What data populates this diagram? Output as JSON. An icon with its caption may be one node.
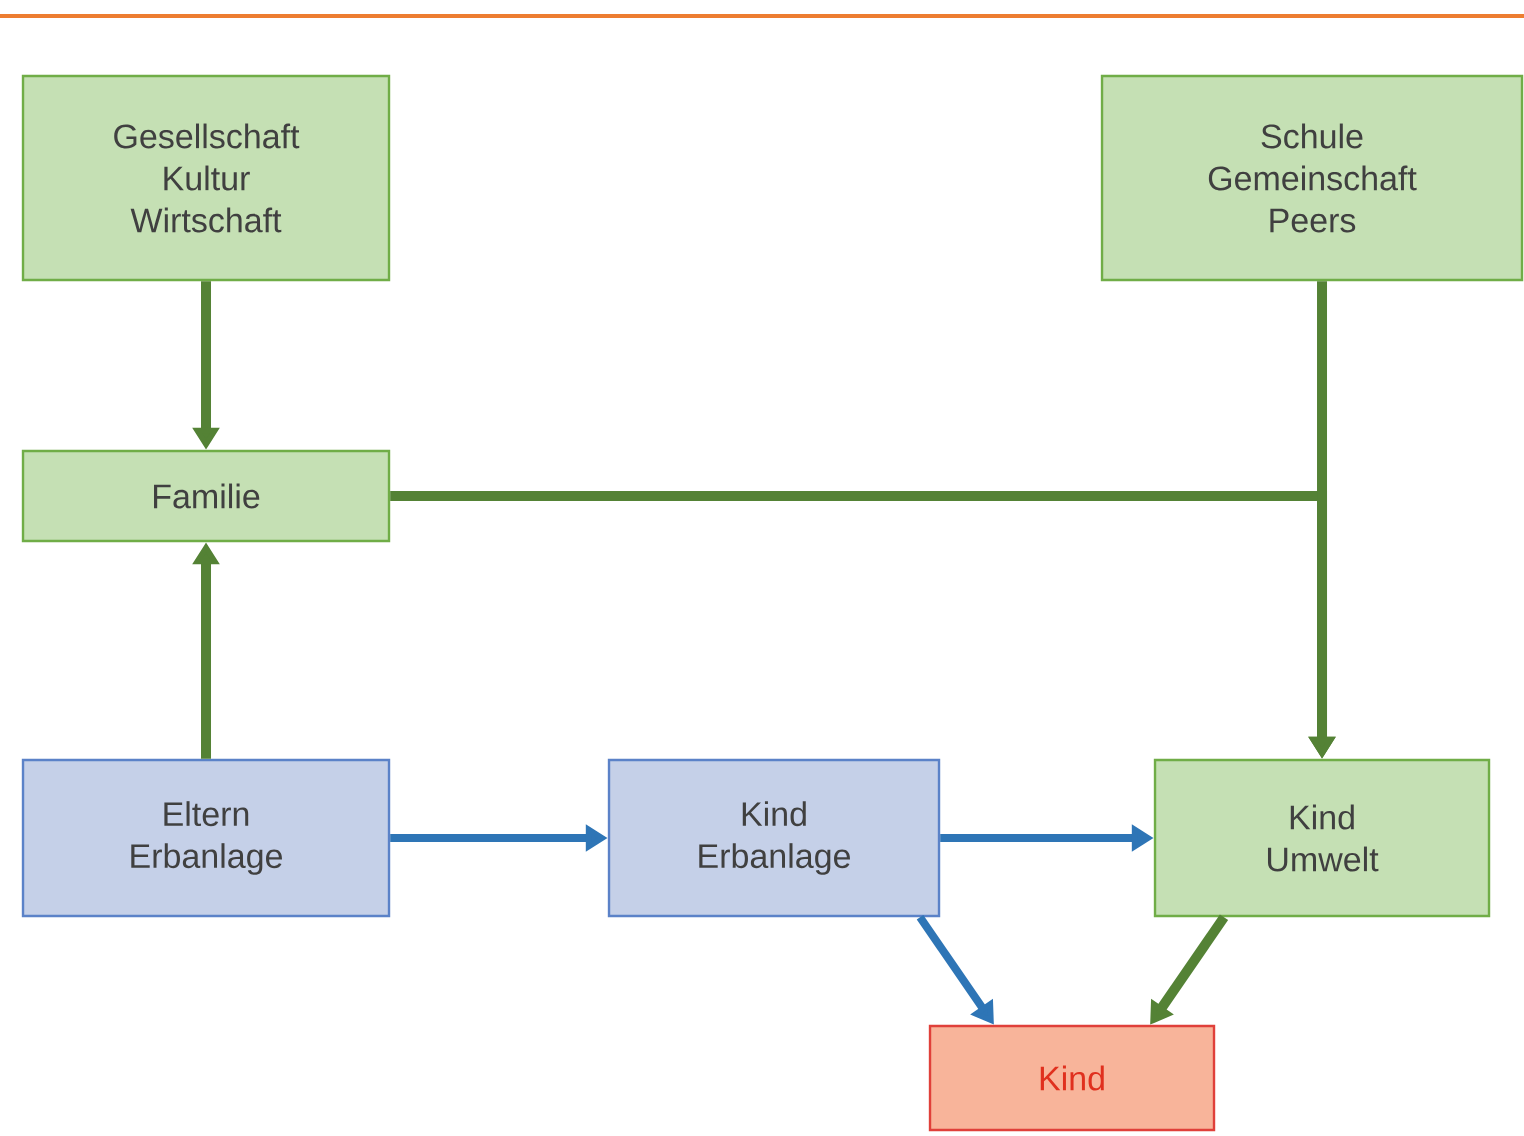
{
  "diagram": {
    "nodes": [
      {
        "text": [
          "Gesellschaft Kultur Wirtschaft"
        ]
      },
      {
        "text": [
          "Schule Gemeinschaft Peers"
        ]
      },
      {
        "text": [
          "Familie"
        ]
      },
      {
        "text": [
          "Eltern Erbanlage"
        ]
      },
      {
        "text": [
          "Kind Erbanlage"
        ]
      },
      {
        "text": [
          "Kind Umwelt"
        ]
      },
      {
        "text": [
          "Kind"
        ]
      }
    ],
    "edges": [
      {
        "from": 0,
        "to": 2,
        "arrow": "to"
      },
      {
        "from": 3,
        "to": 2,
        "arrow": "to"
      },
      {
        "from": 2,
        "to": 5,
        "arrow": "to"
      },
      {
        "from": 1,
        "to": 5,
        "arrow": "to"
      },
      {
        "from": 3,
        "to": 4,
        "arrow": "to",
        "color": "#2e75b6"
      },
      {
        "from": 4,
        "to": 5,
        "arrow": "to",
        "color": "#2e75b6"
      },
      {
        "from": 4,
        "to": 6,
        "arrow": "to",
        "color": "#2e75b6"
      },
      {
        "from": 5,
        "to": 6,
        "arrow": "to"
      }
    ]
  }
}
